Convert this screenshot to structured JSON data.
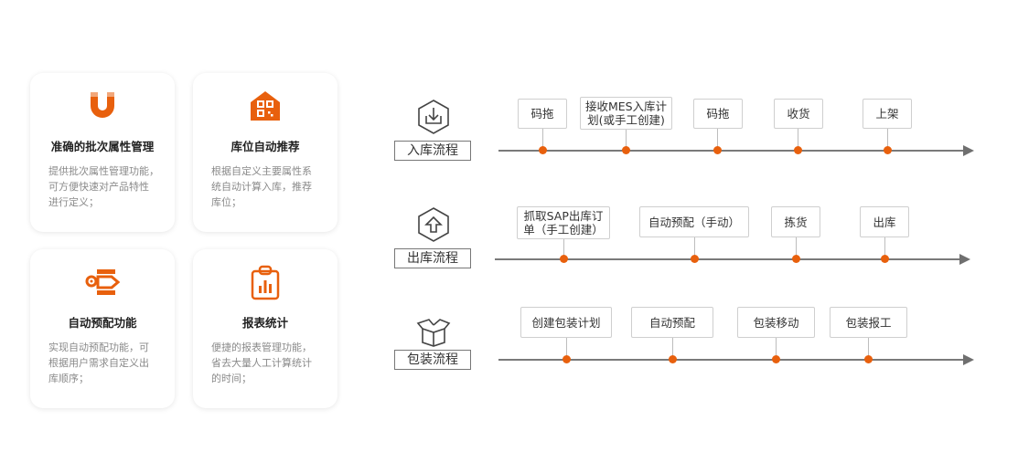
{
  "colors": {
    "accent": "#e8600d",
    "axis": "#7a7a7a"
  },
  "features": [
    {
      "icon": "magnet-icon",
      "title": "准确的批次属性管理",
      "desc": [
        "提供批次属性管理功能，",
        "可方便快速对产品特性",
        "进行定义；"
      ]
    },
    {
      "icon": "warehouse-qr-icon",
      "title": "库位自动推荐",
      "desc": [
        "根据自定义主要属性系",
        "统自动计算入库，推荐",
        "库位；"
      ]
    },
    {
      "icon": "allocation-gear-icon",
      "title": "自动预配功能",
      "desc": [
        "实现自动预配功能，可",
        "根据用户需求自定义出",
        "库顺序；"
      ]
    },
    {
      "icon": "clipboard-chart-icon",
      "title": "报表统计",
      "desc": [
        "便捷的报表管理功能，",
        "省去大量人工计算统计",
        "的时间；"
      ]
    }
  ],
  "flows": [
    {
      "label": "入库流程",
      "icon": "inbound-shield-icon",
      "steps": [
        [
          "码拖"
        ],
        [
          "接收MES入库计",
          "划(或手工创建)"
        ],
        [
          "码拖"
        ],
        [
          "收货"
        ],
        [
          "上架"
        ]
      ]
    },
    {
      "label": "出库流程",
      "icon": "outbound-shield-icon",
      "steps": [
        [
          "抓取SAP出库订",
          "单（手工创建）"
        ],
        [
          "自动预配（手动）"
        ],
        [
          "拣货"
        ],
        [
          "出库"
        ]
      ]
    },
    {
      "label": "包装流程",
      "icon": "open-box-icon",
      "steps": [
        [
          "创建包装计划"
        ],
        [
          "自动预配"
        ],
        [
          "包装移动"
        ],
        [
          "包装报工"
        ]
      ]
    }
  ]
}
